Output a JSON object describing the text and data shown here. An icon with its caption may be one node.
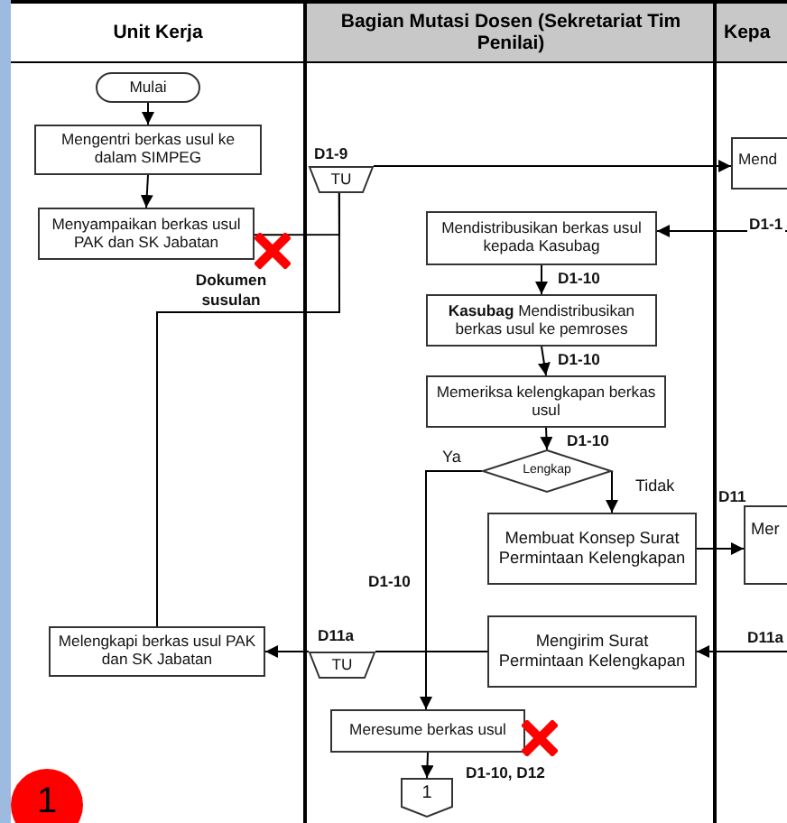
{
  "diagram": {
    "nodes": [
      {
        "text": [
          "Mulai"
        ]
      },
      {
        "text": [
          "Mengentri berkas usul ke dalam SIMPEG"
        ]
      },
      {
        "text": [
          "Menyampaikan berkas usul PAK dan SK Jabatan"
        ]
      },
      {
        "text": [
          "TU"
        ],
        "beside": [
          "D1-9"
        ]
      },
      {
        "text": [
          "Mend"
        ]
      },
      {
        "text": [
          "Mendistribusikan berkas usul kepada Kasubag"
        ]
      },
      {
        "text": [
          "**Kasubag** Mendistribusikan berkas usul ke pemroses"
        ]
      },
      {
        "text": [
          "Memeriksa kelengkapan berkas usul"
        ]
      },
      {
        "text": [
          "Lengkap"
        ]
      },
      {
        "text": [
          "Membuat Konsep Surat Permintaan Kelengkapan"
        ]
      },
      {
        "text": [
          "Mer"
        ]
      },
      {
        "text": [
          "Mengirim Surat Permintaan Kelengkapan"
        ]
      },
      {
        "text": [
          "TU"
        ],
        "beside": [
          "D11a"
        ]
      },
      {
        "text": [
          "Melengkapi berkas usul PAK dan SK Jabatan"
        ]
      },
      {
        "text": [
          "Meresume berkas usul"
        ]
      },
      {
        "text": [
          "1"
        ]
      }
    ],
    "edges": [
      {
        "from": 0,
        "to": 1,
        "arrow": "to"
      },
      {
        "from": 1,
        "to": 2,
        "arrow": "to"
      },
      {
        "from": 2,
        "to": 3,
        "arrow": "none"
      },
      {
        "from": 3,
        "to": 4,
        "arrow": "to"
      },
      {
        "from": 3,
        "to": 13,
        "arrow": "none"
      },
      {
        "from": null,
        "to": 5,
        "arrow": "to",
        "label": "D1-1"
      },
      {
        "from": 5,
        "to": 6,
        "arrow": "to",
        "label": "D1-10"
      },
      {
        "from": 6,
        "to": 7,
        "arrow": "to",
        "label": "D1-10"
      },
      {
        "from": 7,
        "to": 8,
        "arrow": "to",
        "label": "D1-10"
      },
      {
        "from": 8,
        "to": 14,
        "arrow": "to",
        "label": "Ya"
      },
      {
        "from": 8,
        "to": 9,
        "arrow": "to",
        "label": "Tidak"
      },
      {
        "from": 9,
        "to": 10,
        "arrow": "to",
        "label": "D11"
      },
      {
        "from": null,
        "to": 11,
        "arrow": "to",
        "label": "D11a"
      },
      {
        "from": 11,
        "to": 12,
        "arrow": "none"
      },
      {
        "from": 12,
        "to": 13,
        "arrow": "to"
      },
      {
        "from": 14,
        "to": 15,
        "arrow": "to",
        "label": "D1-10, D12"
      }
    ],
    "labels": [
      "Unit Kerja",
      "Bagian Mutasi Dosen (Sekretariat Tim Penilai)",
      "Kepa",
      "Dokumen susulan",
      "D1-10",
      "1"
    ]
  }
}
